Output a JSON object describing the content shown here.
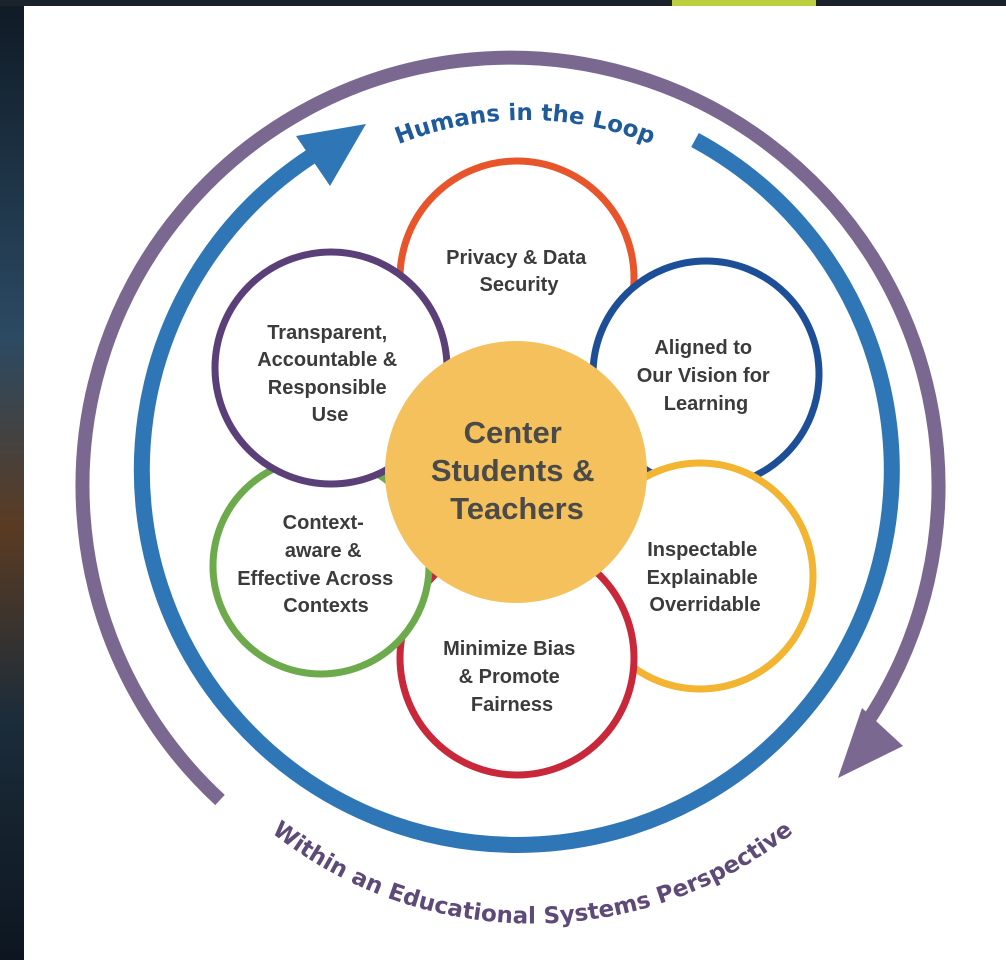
{
  "colors": {
    "outer_ring": "#7b6891",
    "inner_ring": "#2f76b6",
    "center_fill": "#f5c15c",
    "arc_top_text": "#1f5a9a",
    "arc_bottom_text": "#5d4a78",
    "label_text": "#3b3b3b"
  },
  "arcs": {
    "top": "Humans in the Loop",
    "bottom": "Within an Educational Systems Perspective"
  },
  "center": {
    "line1": "Center",
    "line2": "Students &",
    "line3": "Teachers"
  },
  "petals": [
    {
      "id": "privacy",
      "color": "#e9552b",
      "lines": [
        "Privacy & Data",
        "Security"
      ]
    },
    {
      "id": "aligned",
      "color": "#1c4f98",
      "lines": [
        "Aligned to",
        "Our Vision for",
        "Learning"
      ]
    },
    {
      "id": "inspectable",
      "color": "#f2b431",
      "lines": [
        "Inspectable",
        "Explainable",
        "Overridable"
      ]
    },
    {
      "id": "bias",
      "color": "#c9283b",
      "lines": [
        "Minimize Bias",
        "& Promote",
        "Fairness"
      ]
    },
    {
      "id": "context",
      "color": "#6daa4c",
      "lines": [
        "Context-",
        "aware &",
        "Effective Across",
        "Contexts"
      ]
    },
    {
      "id": "transparent",
      "color": "#5b3f78",
      "lines": [
        "Transparent,",
        "Accountable &",
        "Responsible",
        "Use"
      ]
    }
  ]
}
